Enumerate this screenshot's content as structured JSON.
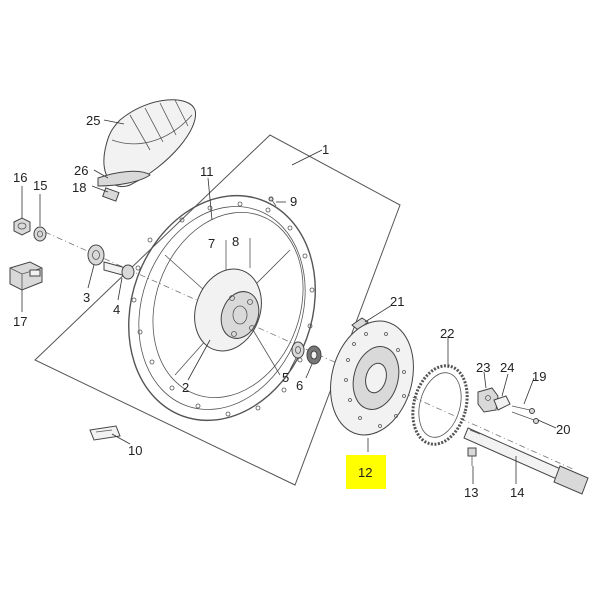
{
  "diagram": {
    "highlight_color": "#ffff00",
    "highlighted_callout": "12",
    "callouts": [
      "1",
      "2",
      "3",
      "4",
      "5",
      "6",
      "7",
      "8",
      "9",
      "10",
      "11",
      "12",
      "13",
      "14",
      "15",
      "16",
      "17",
      "18",
      "19",
      "20",
      "21",
      "22",
      "23",
      "24",
      "25",
      "26"
    ]
  }
}
